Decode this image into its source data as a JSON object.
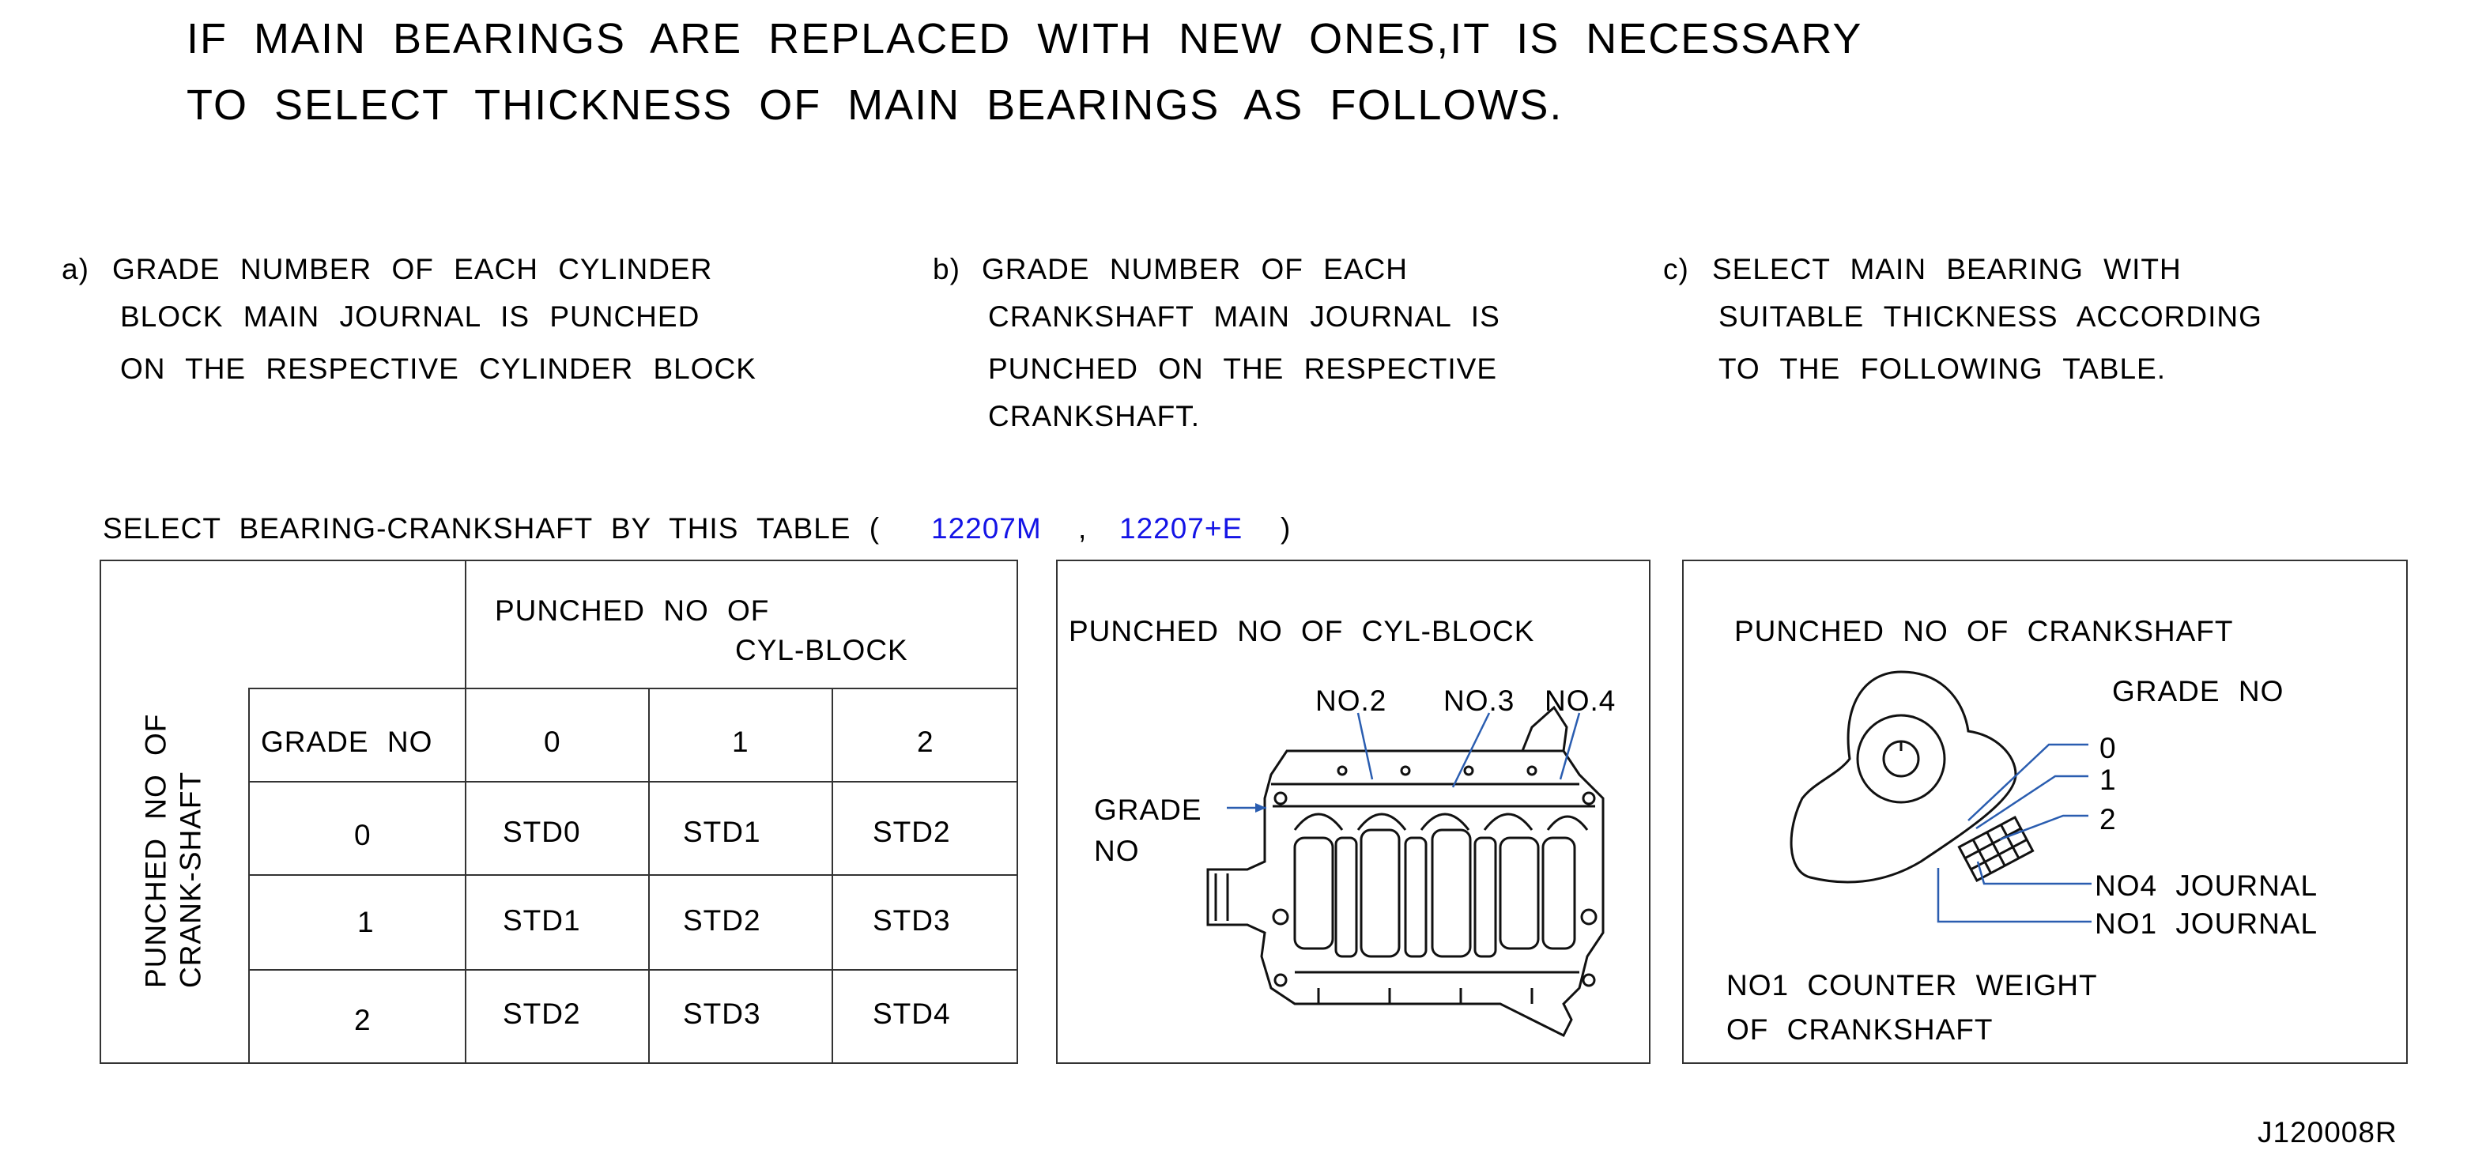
{
  "heading": {
    "line1": "IF MAIN BEARINGS ARE REPLACED WITH NEW ONES,IT IS NECESSARY",
    "line2": "TO SELECT THICKNESS OF MAIN BEARINGS AS FOLLOWS."
  },
  "steps": {
    "a": {
      "marker": "a)",
      "line1": "GRADE NUMBER OF EACH CYLINDER",
      "line2": "BLOCK MAIN JOURNAL IS PUNCHED",
      "line3": "ON THE RESPECTIVE CYLINDER BLOCK"
    },
    "b": {
      "marker": "b)",
      "line1": "GRADE NUMBER OF EACH",
      "line2": "CRANKSHAFT MAIN JOURNAL IS",
      "line3": "PUNCHED ON THE RESPECTIVE",
      "line4": "CRANKSHAFT."
    },
    "c": {
      "marker": "c)",
      "line1": "SELECT MAIN BEARING WITH",
      "line2": "SUITABLE THICKNESS ACCORDING",
      "line3": "TO THE FOLLOWING TABLE."
    }
  },
  "select_line": {
    "prefix": "SELECT BEARING-CRANKSHAFT BY THIS TABLE (",
    "code1": "12207M",
    "comma": ",",
    "code2": "12207+E",
    "suffix": ")",
    "code_color": "#1414e6"
  },
  "table": {
    "row_header": "PUNCHED NO OF CRANK-SHAFT",
    "col_header_line1": "PUNCHED NO OF",
    "col_header_line2": "CYL-BLOCK",
    "grade_label": "GRADE NO",
    "columns": [
      "0",
      "1",
      "2"
    ],
    "rows": [
      {
        "grade": "0",
        "cells": [
          "STD0",
          "STD1",
          "STD2"
        ]
      },
      {
        "grade": "1",
        "cells": [
          "STD1",
          "STD2",
          "STD3"
        ]
      },
      {
        "grade": "2",
        "cells": [
          "STD2",
          "STD3",
          "STD4"
        ]
      }
    ]
  },
  "block_panel": {
    "title": "PUNCHED NO OF CYL-BLOCK",
    "no2": "NO.2",
    "no3": "NO.3",
    "no4": "NO.4",
    "grade_line1": "GRADE",
    "grade_line2": "NO"
  },
  "crank_panel": {
    "title": "PUNCHED NO OF CRANKSHAFT",
    "grade_no": "GRADE NO",
    "g0": "0",
    "g1": "1",
    "g2": "2",
    "no4_journal": "NO4 JOURNAL",
    "no1_journal": "NO1 JOURNAL",
    "counter_line1": "NO1 COUNTER WEIGHT",
    "counter_line2": "OF CRANKSHAFT"
  },
  "figure_id": "J120008R",
  "colors": {
    "leader_line": "#2a5db0",
    "border": "#333333"
  }
}
